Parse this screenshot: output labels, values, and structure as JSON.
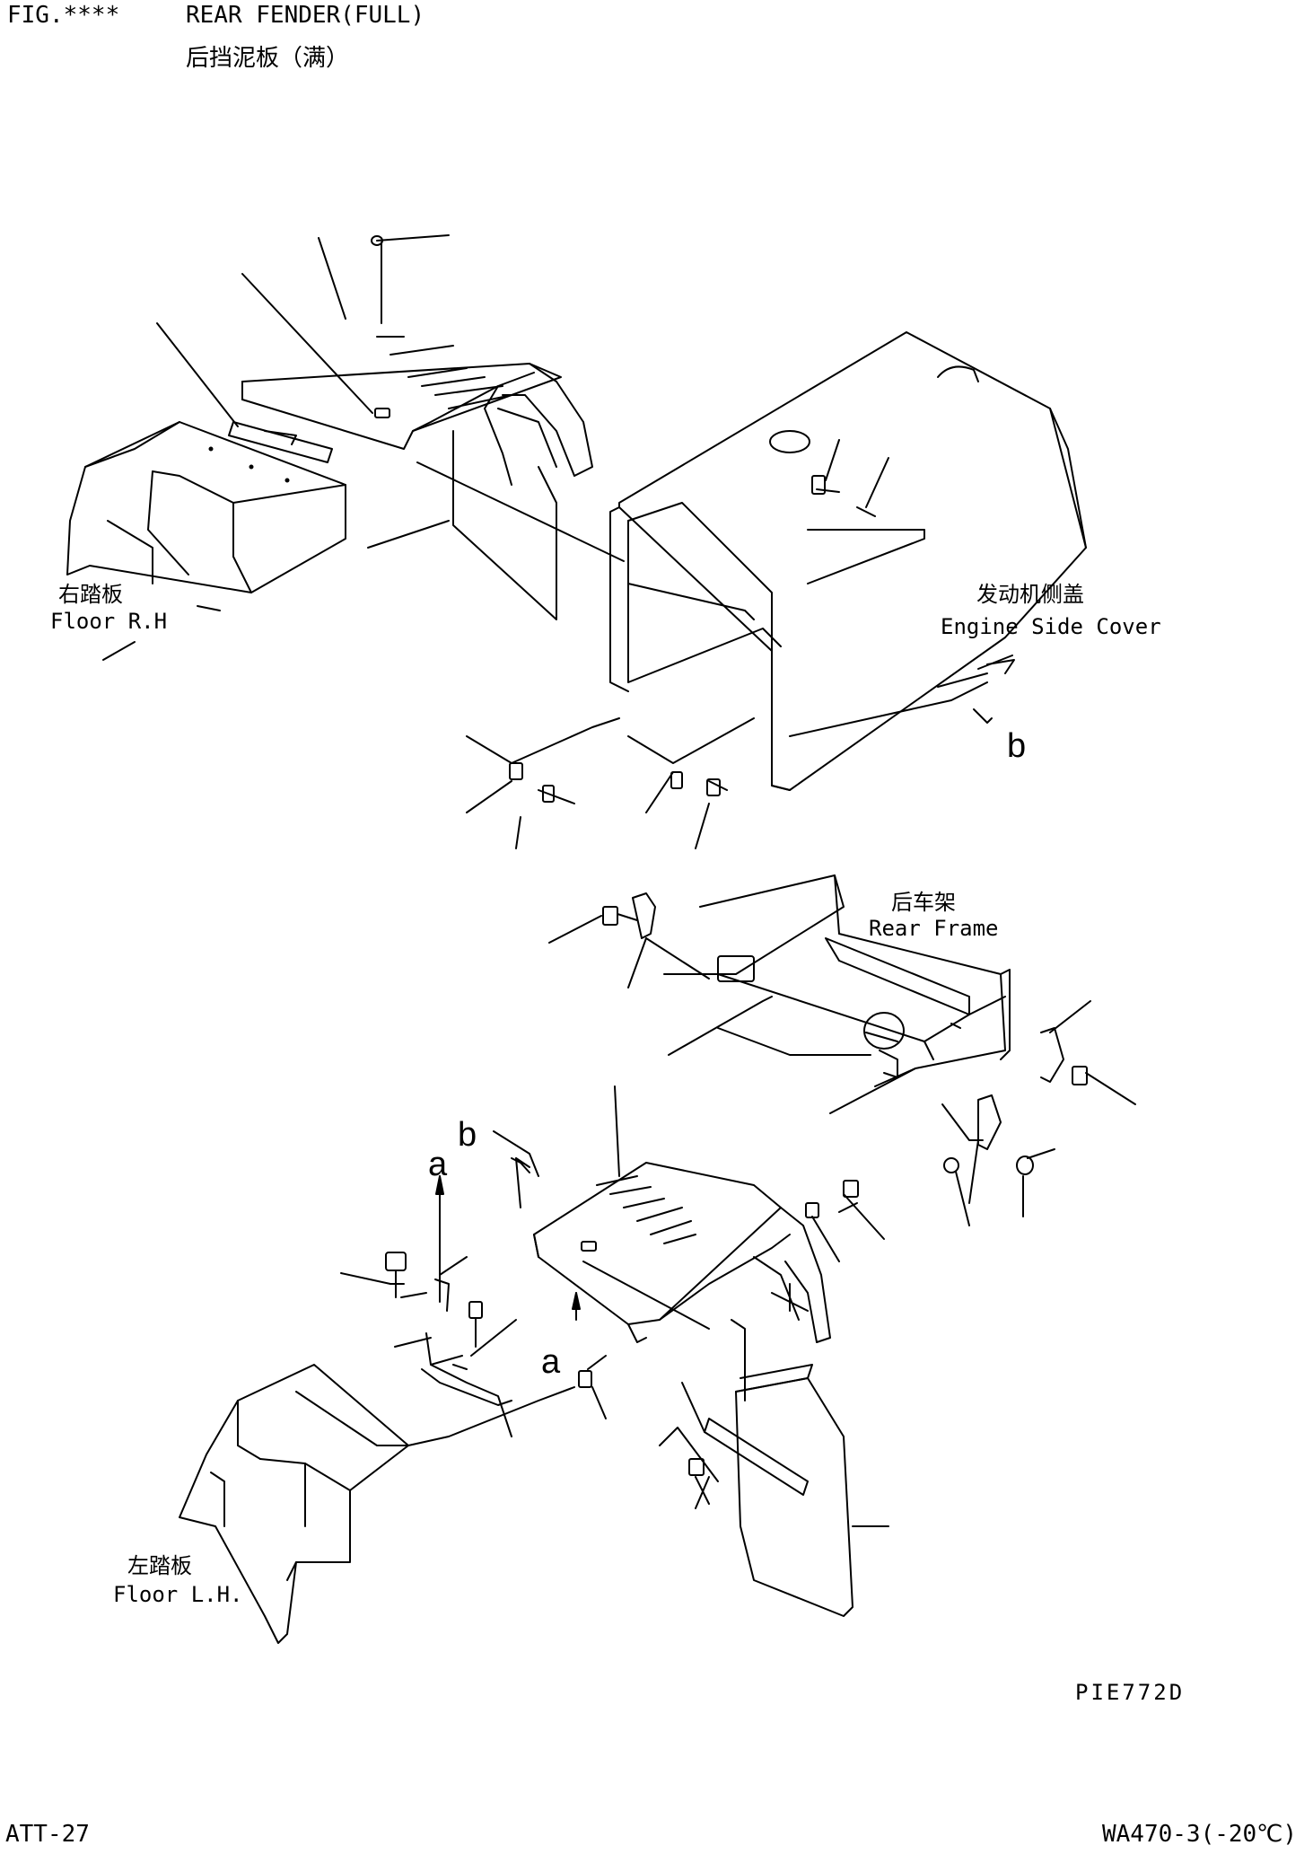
{
  "header": {
    "fig_label": "FIG.****",
    "title_en": "REAR FENDER(FULL)",
    "title_cn": "后挡泥板（满）"
  },
  "labels": {
    "floor_rh_cn": "右踏板",
    "floor_rh_en": "Floor R.H",
    "engine_cover_cn": "发动机侧盖",
    "engine_cover_en": "Engine Side Cover",
    "rear_frame_cn": "后车架",
    "rear_frame_en": "Rear Frame",
    "floor_lh_cn": "左踏板",
    "floor_lh_en": "Floor L.H.",
    "ref_b_top": "b",
    "ref_b_mid": "b",
    "ref_a_upper": "a",
    "ref_a_lower": "a"
  },
  "footer": {
    "drawing_no": "PIE772D",
    "page": "ATT-27",
    "model": "WA470-3(-20℃)"
  }
}
